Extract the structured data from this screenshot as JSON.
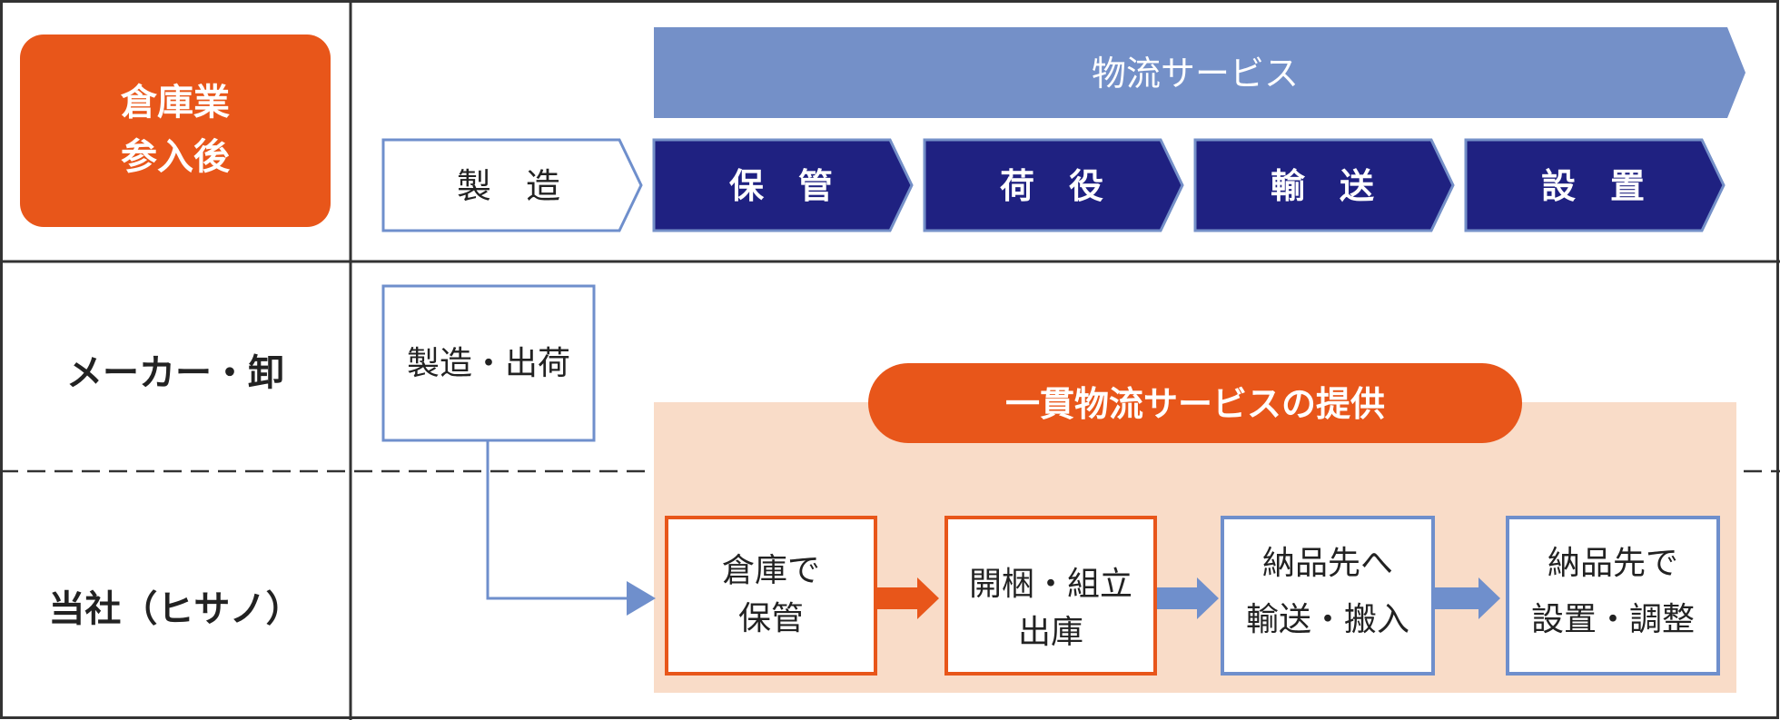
{
  "badge": {
    "line1": "倉庫業",
    "line2": "参入後"
  },
  "top_arrow": {
    "label": "物流サービス"
  },
  "chevrons": [
    {
      "label": "製　造",
      "style": "outline"
    },
    {
      "label": "保　管",
      "style": "filled"
    },
    {
      "label": "荷　役",
      "style": "filled"
    },
    {
      "label": "輸　送",
      "style": "filled"
    },
    {
      "label": "設　置",
      "style": "filled"
    }
  ],
  "rows": {
    "maker": {
      "label": "メーカー・卸"
    },
    "company": {
      "label": "当社（ヒサノ）"
    }
  },
  "maker_box": {
    "label": "製造・出荷"
  },
  "service_banner": {
    "label": "一貫物流サービスの提供"
  },
  "steps": [
    {
      "line1": "倉庫で",
      "line2": "保管",
      "border": "orange"
    },
    {
      "line1": "開梱・組立",
      "line2": "出庫",
      "border": "orange"
    },
    {
      "line1": "納品先へ",
      "line2": "輸送・搬入",
      "border": "blue"
    },
    {
      "line1": "納品先で",
      "line2": "設置・調整",
      "border": "blue"
    }
  ],
  "colors": {
    "orange": "#E8561A",
    "navy": "#1F2181",
    "light_blue": "#7490C8",
    "peach": "#F9DCC8",
    "outline_blue": "#6F8FCC",
    "grid": "#333333"
  }
}
